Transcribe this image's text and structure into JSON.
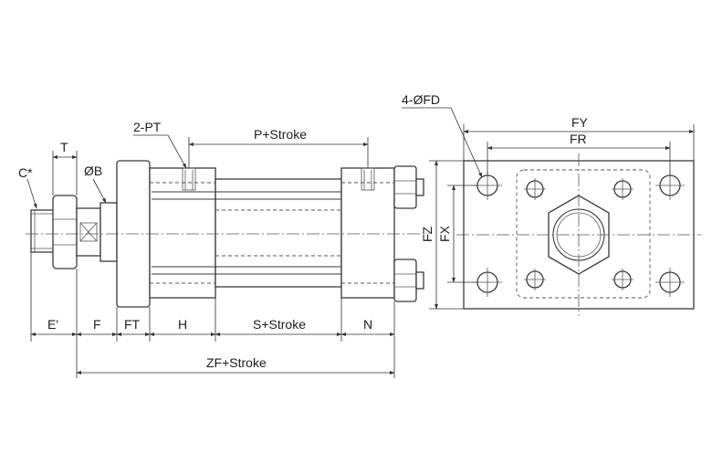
{
  "labels": {
    "t": "T",
    "c": "C*",
    "ob": "ØB",
    "pt": "2-PT",
    "p_stroke": "P+Stroke",
    "fd": "4-ØFD",
    "fy": "FY",
    "fr": "FR",
    "fz": "FZ",
    "fx": "FX",
    "e": "E'",
    "f": "F",
    "ft": "FT",
    "h": "H",
    "s_stroke": "S+Stroke",
    "n": "N",
    "zf_stroke": "ZF+Stroke"
  }
}
